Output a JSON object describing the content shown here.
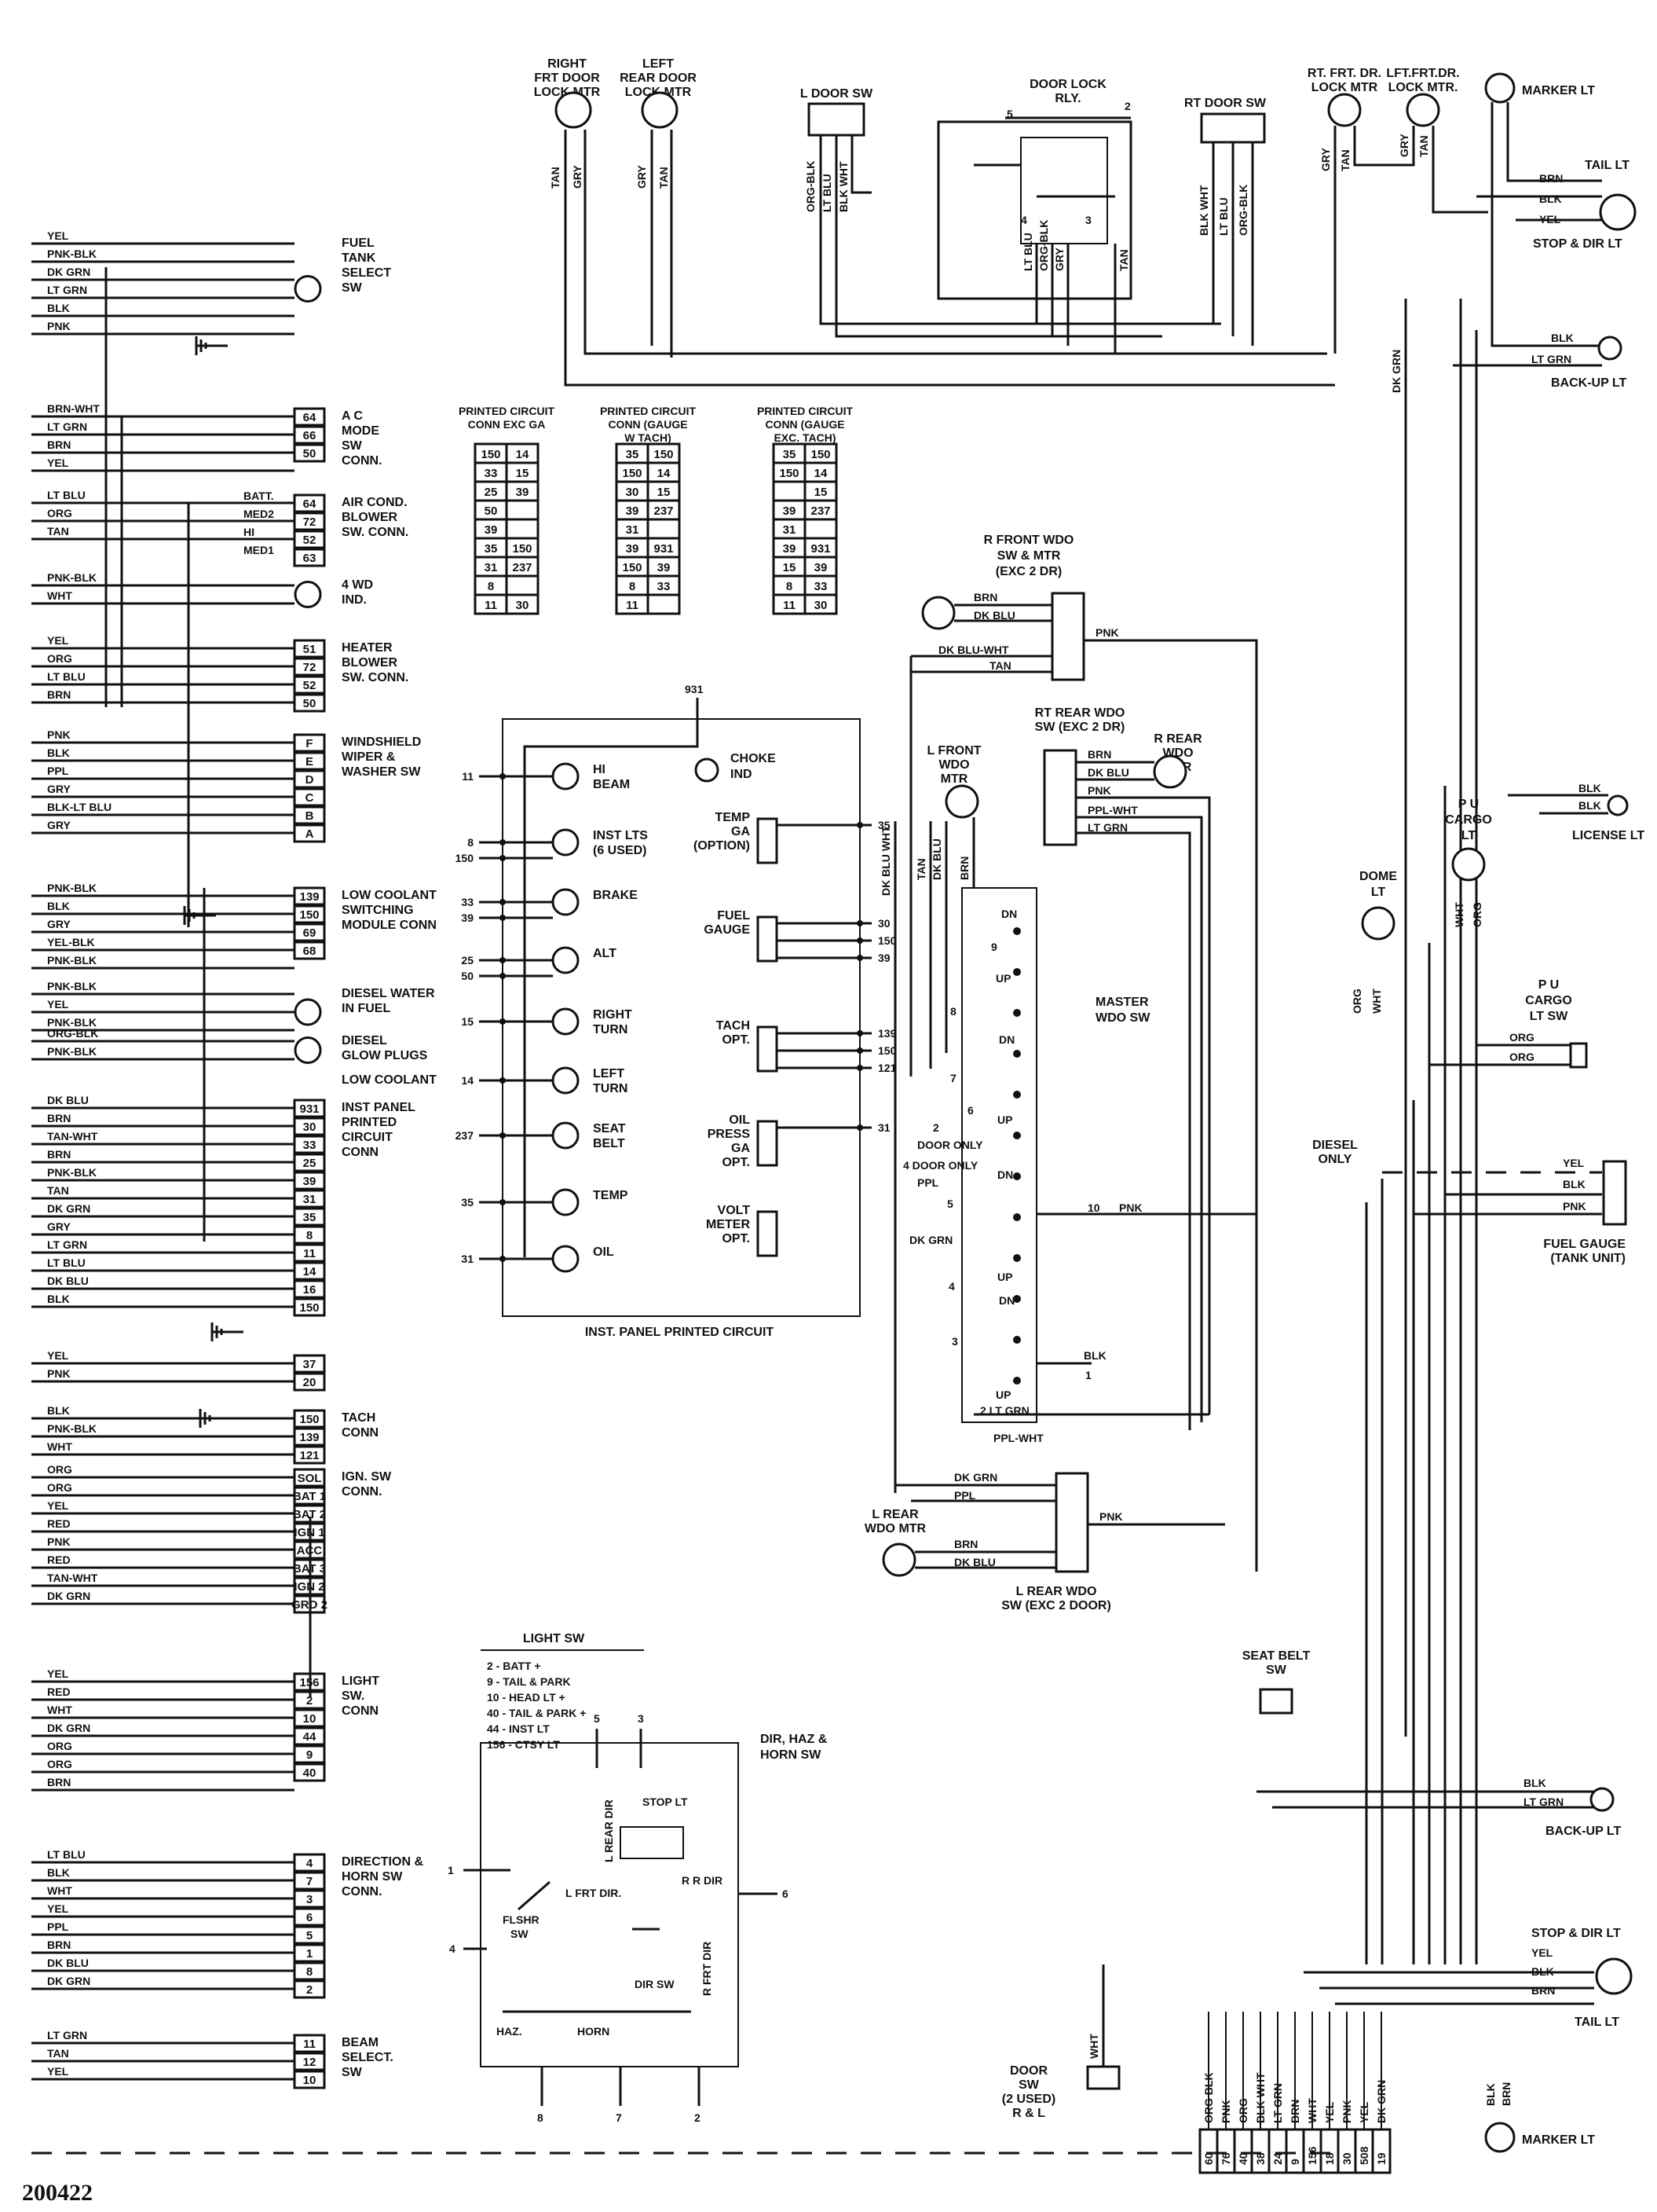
{
  "figure_number": "200422",
  "left_connectors": [
    {
      "name": "fuel-tank-select-sw",
      "title": [
        "FUEL",
        "TANK",
        "SELECT",
        "SW"
      ],
      "wires": [
        "YEL",
        "PNK-BLK",
        "DK GRN",
        "LT GRN",
        "BLK",
        "PNK"
      ],
      "pins": []
    },
    {
      "name": "ac-mode-sw-conn",
      "title": [
        "A C",
        "MODE",
        "SW",
        "CONN."
      ],
      "wires": [
        "BRN-WHT",
        "LT GRN",
        "BRN",
        "YEL"
      ],
      "pins": [
        "64",
        "66",
        "50"
      ]
    },
    {
      "name": "air-cond-blower-sw-conn",
      "title": [
        "AIR COND.",
        "BLOWER",
        "SW. CONN."
      ],
      "wires": [
        "LT BLU",
        "ORG",
        "TAN"
      ],
      "pins": [
        "64",
        "72",
        "52",
        "63"
      ],
      "pin_labels": [
        "BATT.",
        "MED2",
        "HI",
        "MED1"
      ]
    },
    {
      "name": "4wd-ind",
      "title": [
        "4 WD",
        "IND."
      ],
      "wires": [
        "PNK-BLK",
        "WHT"
      ],
      "pins": []
    },
    {
      "name": "heater-blower-sw-conn",
      "title": [
        "HEATER",
        "BLOWER",
        "SW. CONN."
      ],
      "wires": [
        "YEL",
        "ORG",
        "LT BLU",
        "BRN"
      ],
      "pins": [
        "51",
        "72",
        "52",
        "50"
      ]
    },
    {
      "name": "windshield-wiper-washer-sw",
      "title": [
        "WINDSHIELD",
        "WIPER &",
        "WASHER SW"
      ],
      "wires": [
        "PNK",
        "BLK",
        "PPL",
        "GRY",
        "BLK-LT BLU",
        "GRY"
      ],
      "pins": [
        "F",
        "E",
        "D",
        "C",
        "B",
        "A"
      ]
    },
    {
      "name": "low-coolant-switching-module-conn",
      "title": [
        "LOW COOLANT",
        "SWITCHING",
        "MODULE CONN"
      ],
      "wires": [
        "PNK-BLK",
        "BLK",
        "GRY",
        "YEL-BLK",
        "PNK-BLK"
      ],
      "pins": [
        "139",
        "150",
        "69",
        "68"
      ]
    },
    {
      "name": "diesel-water-in-fuel",
      "title": [
        "DIESEL WATER",
        "IN FUEL"
      ],
      "wires": [
        "PNK-BLK",
        "YEL",
        "PNK-BLK"
      ],
      "pins": []
    },
    {
      "name": "diesel-glow-plugs",
      "title": [
        "DIESEL",
        "GLOW PLUGS"
      ],
      "wires": [
        "ORG-BLK",
        "PNK-BLK"
      ],
      "pins": []
    },
    {
      "name": "low-coolant",
      "title": [
        "LOW COOLANT"
      ],
      "wires": [],
      "pins": []
    },
    {
      "name": "inst-panel-printed-circuit-conn",
      "title": [
        "INST PANEL",
        "PRINTED",
        "CIRCUIT",
        "CONN"
      ],
      "wires": [
        "DK BLU",
        "BRN",
        "TAN-WHT",
        "BRN",
        "PNK-BLK",
        "TAN",
        "DK GRN",
        "GRY",
        "LT GRN",
        "LT BLU",
        "DK BLU",
        "BLK"
      ],
      "pins": [
        "931",
        "30",
        "33",
        "25",
        "39",
        "31",
        "35",
        "8",
        "11",
        "14",
        "16",
        "150"
      ]
    },
    {
      "name": "misc-37-20",
      "title": [],
      "wires": [
        "YEL",
        "PNK"
      ],
      "pins": [
        "37",
        "20"
      ]
    },
    {
      "name": "tach-conn",
      "title": [
        "TACH",
        "CONN"
      ],
      "wires": [
        "BLK",
        "PNK-BLK",
        "WHT"
      ],
      "pins": [
        "150",
        "139",
        "121"
      ]
    },
    {
      "name": "ign-sw-conn",
      "title": [
        "IGN. SW",
        "CONN."
      ],
      "wires": [
        "ORG",
        "ORG",
        "YEL",
        "RED",
        "PNK",
        "RED",
        "TAN-WHT",
        "DK GRN"
      ],
      "pins": [
        "SOL",
        "BAT 1",
        "BAT 2",
        "IGN 1",
        "ACC",
        "BAT 3",
        "IGN 2",
        "GRD 2"
      ]
    },
    {
      "name": "light-sw-conn",
      "title": [
        "LIGHT",
        "SW.",
        "CONN"
      ],
      "wires": [
        "YEL",
        "RED",
        "WHT",
        "DK GRN",
        "ORG",
        "ORG",
        "BRN"
      ],
      "pins": [
        "156",
        "2",
        "10",
        "44",
        "9",
        "40"
      ]
    },
    {
      "name": "direction-horn-sw-conn",
      "title": [
        "DIRECTION &",
        "HORN SW",
        "CONN."
      ],
      "wires": [
        "LT BLU",
        "BLK",
        "WHT",
        "YEL",
        "PPL",
        "BRN",
        "DK BLU",
        "DK GRN"
      ],
      "pins": [
        "4",
        "7",
        "3",
        "6",
        "5",
        "1",
        "8",
        "2"
      ]
    },
    {
      "name": "beam-select-sw",
      "title": [
        "BEAM",
        "SELECT.",
        "SW"
      ],
      "wires": [
        "LT GRN",
        "TAN",
        "YEL"
      ],
      "pins": [
        "11",
        "12",
        "10"
      ]
    }
  ],
  "top": {
    "right_frt_door_lock_mtr": [
      "RIGHT",
      "FRT DOOR",
      "LOCK MTR"
    ],
    "left_rear_door_lock_mtr": [
      "LEFT",
      "REAR DOOR",
      "LOCK MTR"
    ],
    "l_door_sw": "L DOOR SW",
    "door_lock_rly": [
      "DOOR LOCK",
      "RLY."
    ],
    "rt_door_sw": "RT DOOR SW",
    "rt_frt_dr_lock_mtr": [
      "RT. FRT. DR.",
      "LOCK MTR"
    ],
    "lft_frt_dr_lock_mtr": [
      "LFT.FRT.DR.",
      "LOCK MTR."
    ],
    "marker_lt": "MARKER LT",
    "tail_lt": "TAIL LT",
    "stop_dir_lt": "STOP & DIR LT",
    "back_up_lt": "BACK-UP LT",
    "wires_l": [
      "TAN",
      "GRY",
      "GRY",
      "TAN"
    ],
    "wires_ldoor": [
      "ORG-BLK",
      "LT BLU",
      "BLK WHT"
    ],
    "wires_rly": [
      "LT BLU",
      "ORG-BLK",
      "GRY",
      "TAN"
    ],
    "wires_rtdoor": [
      "BLK WHT",
      "LT BLU",
      "ORG-BLK"
    ],
    "wires_r": [
      "GRY",
      "TAN",
      "GRY",
      "TAN"
    ],
    "rly_pins": [
      "5",
      "2",
      "4",
      "3"
    ],
    "wires_rear": [
      "BLK",
      "BRN",
      "BRN",
      "BLK",
      "YEL",
      "BLK",
      "LT GRN",
      "DK GRN"
    ]
  },
  "pc_tables": [
    {
      "title": [
        "PRINTED CIRCUIT",
        "CONN EXC GA"
      ],
      "rows": [
        [
          "150",
          "14"
        ],
        [
          "33",
          "15"
        ],
        [
          "25",
          "39"
        ],
        [
          "50",
          ""
        ],
        [
          "39",
          ""
        ],
        [
          "35",
          "150"
        ],
        [
          "31",
          "237"
        ],
        [
          "8",
          ""
        ],
        [
          "11",
          "30"
        ]
      ]
    },
    {
      "title": [
        "PRINTED CIRCUIT",
        "CONN (GAUGE",
        "W TACH)"
      ],
      "rows": [
        [
          "35",
          "150"
        ],
        [
          "150",
          "14"
        ],
        [
          "30",
          "15"
        ],
        [
          "39",
          "237"
        ],
        [
          "31",
          ""
        ],
        [
          "39",
          "931"
        ],
        [
          "150",
          "39"
        ],
        [
          "8",
          "33"
        ],
        [
          "11",
          ""
        ]
      ]
    },
    {
      "title": [
        "PRINTED CIRCUIT",
        "CONN (GAUGE",
        "EXC. TACH)"
      ],
      "rows": [
        [
          "35",
          "150"
        ],
        [
          "150",
          "14"
        ],
        [
          "",
          "15"
        ],
        [
          "39",
          "237"
        ],
        [
          "31",
          ""
        ],
        [
          "39",
          "931"
        ],
        [
          "15",
          "39"
        ],
        [
          "8",
          "33"
        ],
        [
          "11",
          "30"
        ]
      ]
    }
  ],
  "inst_panel": {
    "caption": "INST. PANEL PRINTED CIRCUIT",
    "top_pin": "931",
    "choke": [
      "CHOKE",
      "IND"
    ],
    "lamps": [
      {
        "label": [
          "HI",
          "BEAM"
        ],
        "pins": [
          "11"
        ]
      },
      {
        "label": [
          "INST LTS",
          "(6 USED)"
        ],
        "pins": [
          "8",
          "150"
        ]
      },
      {
        "label": [
          "BRAKE"
        ],
        "pins": [
          "33",
          "39"
        ]
      },
      {
        "label": [
          "ALT"
        ],
        "pins": [
          "25",
          "50"
        ]
      },
      {
        "label": [
          "RIGHT",
          "TURN"
        ],
        "pins": [
          "15"
        ]
      },
      {
        "label": [
          "LEFT",
          "TURN"
        ],
        "pins": [
          "14"
        ]
      },
      {
        "label": [
          "SEAT",
          "BELT"
        ],
        "pins": [
          "237"
        ]
      },
      {
        "label": [
          "TEMP"
        ],
        "pins": [
          "35"
        ]
      },
      {
        "label": [
          "OIL"
        ],
        "pins": [
          "31"
        ]
      }
    ],
    "gauges": [
      {
        "label": [
          "TEMP",
          "GA",
          "(OPTION)"
        ],
        "pins": [
          "35"
        ]
      },
      {
        "label": [
          "FUEL",
          "GAUGE"
        ],
        "pins": [
          "30",
          "150",
          "39"
        ]
      },
      {
        "label": [
          "TACH",
          "OPT."
        ],
        "pins": [
          "139",
          "150",
          "121"
        ]
      },
      {
        "label": [
          "OIL",
          "PRESS",
          "GA",
          "OPT."
        ],
        "pins": [
          "31"
        ]
      },
      {
        "label": [
          "VOLT",
          "METER",
          "OPT."
        ],
        "pins": []
      }
    ]
  },
  "wdo": {
    "r_front": [
      "R FRONT WDO",
      "SW & MTR",
      "(EXC 2 DR)"
    ],
    "r_front_wires": [
      "BRN",
      "DK BLU",
      "DK BLU-WHT",
      "TAN",
      "PNK"
    ],
    "rt_rear": [
      "RT REAR WDO",
      "SW (EXC 2 DR)"
    ],
    "r_rear_mtr": [
      "R REAR",
      "WDO",
      "MTR"
    ],
    "rt_rear_wires": [
      "BRN",
      "DK BLU",
      "PNK",
      "PPL-WHT",
      "LT GRN"
    ],
    "l_front_mtr": [
      "L FRONT",
      "WDO",
      "MTR"
    ],
    "master": [
      "MASTER",
      "WDO SW"
    ],
    "master_wires": [
      "DK BLU WHT",
      "TAN",
      "DK BLU",
      "BRN"
    ],
    "master_marks": [
      "9",
      "8",
      "7",
      "6",
      "2",
      "DOOR ONLY",
      "4 DOOR ONLY",
      "PPL",
      "5",
      "10",
      "PNK",
      "DK GRN",
      "4",
      "3",
      "BLK",
      "1",
      "2 LT GRN",
      "PPL-WHT",
      "DN",
      "UP",
      "DN",
      "UP",
      "DN",
      "UP",
      "DN",
      "UP"
    ],
    "l_rear_mtr": [
      "L REAR",
      "WDO MTR"
    ],
    "l_rear_sw": [
      "L REAR WDO",
      "SW (EXC 2 DOOR)"
    ],
    "l_rear_wires": [
      "DK GRN",
      "PPL",
      "BRN",
      "DK BLU",
      "PNK"
    ]
  },
  "right_side": {
    "license": [
      "BLK",
      "BLK",
      "LICENSE LT"
    ],
    "pu_cargo_lt": [
      "P U",
      "CARGO",
      "LT"
    ],
    "dome": [
      "DOME",
      "LT"
    ],
    "pu_cargo_sw": [
      "P U",
      "CARGO",
      "LT SW"
    ],
    "diesel_only": [
      "DIESEL",
      "ONLY"
    ],
    "fuel_gauge": [
      "FUEL GAUGE",
      "(TANK UNIT)"
    ],
    "fuel_wires": [
      "YEL",
      "BLK",
      "PNK"
    ],
    "misc_wires": [
      "ORG",
      "WHT",
      "WHT",
      "ORG",
      "ORG",
      "ORG",
      "DK GRN"
    ],
    "seat_belt_sw": [
      "SEAT BELT",
      "SW"
    ],
    "back_up_lt_bottom": "BACK-UP LT",
    "stop_dir_lt_bottom": "STOP & DIR LT",
    "tail_lt_bottom": "TAIL LT",
    "marker_lt_bottom": "MARKER LT",
    "rear_bottom_wires": [
      "BLK",
      "LT GRN",
      "YEL",
      "BLK",
      "BRN",
      "BLK",
      "BRN"
    ]
  },
  "bottom_connector": {
    "pins": [
      "60",
      "76",
      "40",
      "38",
      "24",
      "9",
      "156",
      "18",
      "30",
      "508",
      "19"
    ],
    "wires": [
      "ORG BLK",
      "PNK",
      "ORG",
      "BLK WHT",
      "LT GRN",
      "BRN",
      "WHT",
      "YEL",
      "PNK",
      "YEL",
      "DK GRN"
    ]
  },
  "door_sw": [
    "DOOR",
    "SW",
    "(2 USED)",
    "R & L"
  ],
  "door_sw_wire": "WHT",
  "light_sw_legend": {
    "title": "LIGHT SW",
    "items": [
      "2 - BATT +",
      "9 - TAIL & PARK",
      "10 - HEAD LT +",
      "40 - TAIL & PARK +",
      "44 - INST LT",
      "156 - CTSY LT"
    ]
  },
  "dir_sw": {
    "title": [
      "DIR, HAZ &",
      "HORN SW"
    ],
    "labels": [
      "FLSHR",
      "SW",
      "L REAR DIR",
      "STOP LT",
      "R R DIR",
      "L FRT DIR.",
      "R FRT DIR",
      "DIR SW",
      "HAZ.",
      "HORN"
    ],
    "pins": [
      "5",
      "3",
      "1",
      "4",
      "6",
      "8",
      "7",
      "2"
    ]
  }
}
